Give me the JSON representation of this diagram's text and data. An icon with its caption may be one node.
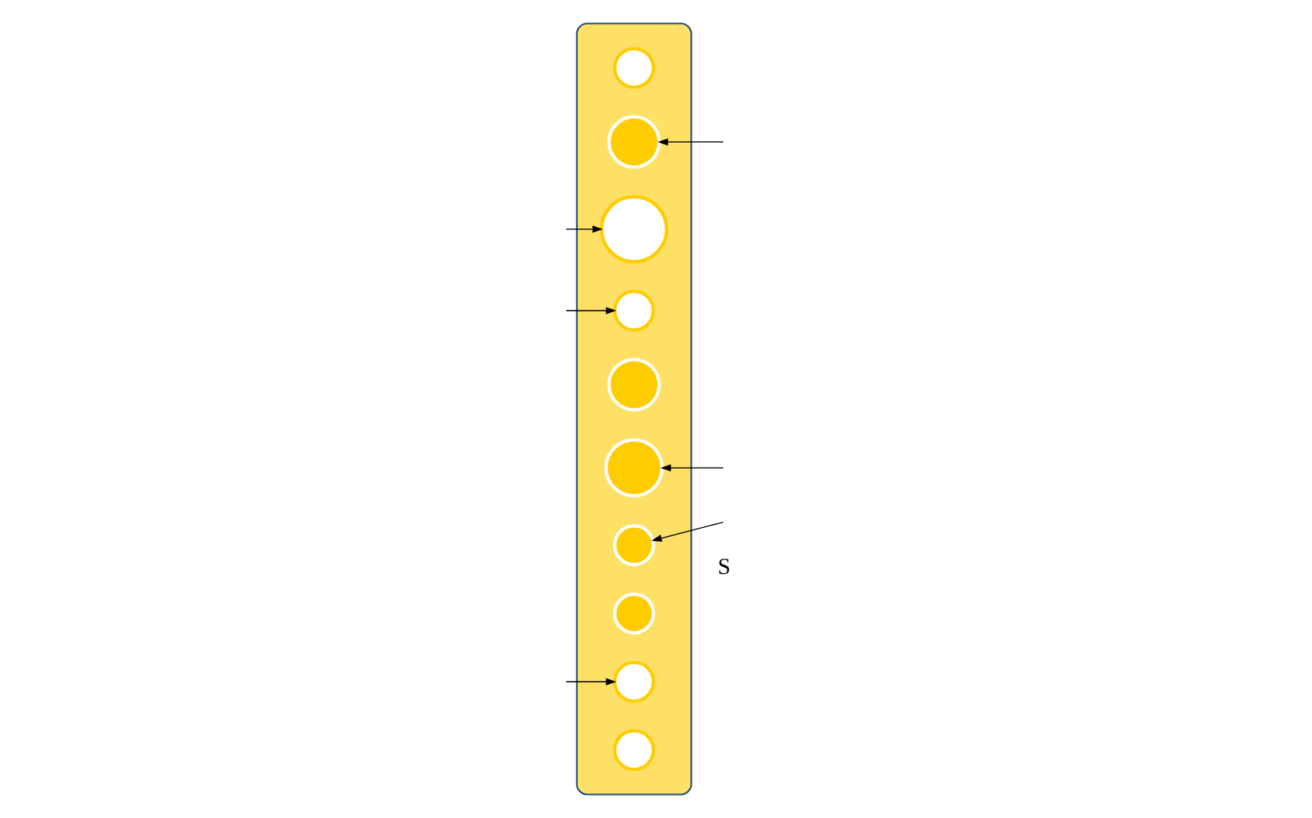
{
  "diagram": {
    "nodes": [
      {
        "text": [],
        "shape": "stadium"
      },
      {
        "text": [],
        "shape": "circle",
        "in": 0
      },
      {
        "text": [],
        "shape": "circle",
        "in": 0
      },
      {
        "text": [],
        "shape": "circle",
        "in": 0
      },
      {
        "text": [],
        "shape": "circle",
        "in": 0
      },
      {
        "text": [],
        "shape": "circle",
        "in": 0
      },
      {
        "text": [],
        "shape": "circle",
        "in": 0
      },
      {
        "text": [],
        "shape": "circle",
        "in": 0
      },
      {
        "text": [],
        "shape": "circle",
        "in": 0
      },
      {
        "text": [],
        "shape": "circle",
        "in": 0
      },
      {
        "text": [],
        "shape": "circle",
        "in": 0
      }
    ],
    "edges": [
      {
        "from": null,
        "to": 3,
        "arrow": "to"
      },
      {
        "from": null,
        "to": 4,
        "arrow": "to"
      },
      {
        "from": null,
        "to": 9,
        "arrow": "to"
      },
      {
        "from": null,
        "to": 2,
        "arrow": "to"
      },
      {
        "from": null,
        "to": 6,
        "arrow": "to"
      },
      {
        "from": null,
        "to": 7,
        "arrow": "to"
      }
    ],
    "labels": [
      "S"
    ]
  }
}
